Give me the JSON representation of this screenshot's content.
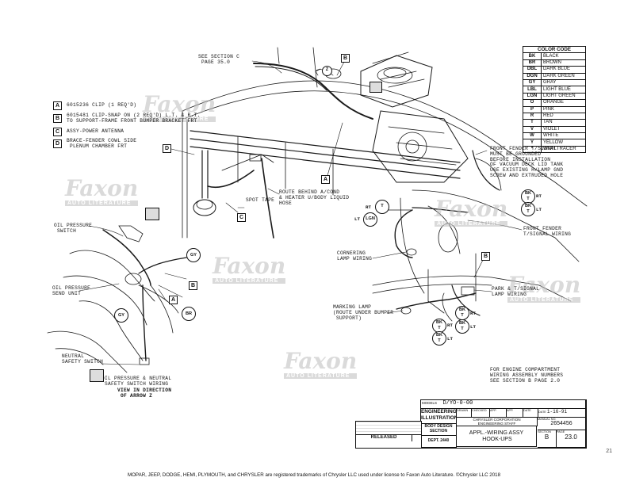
{
  "legend": [
    {
      "key": "A",
      "text": "6015236 CLIP (1 REQ'D)"
    },
    {
      "key": "B",
      "text": "6015481 CLIP-SNAP ON (2 REQ'D) L.T. & R.T.\nTO SUPPORT-FRAME FRONT BUMPER BRACKET FRT"
    },
    {
      "key": "C",
      "text": "ASSY-POWER ANTENNA"
    },
    {
      "key": "D",
      "text": "BRACE-FENDER COWL SIDE\n PLENUM CHAMBER FRT"
    }
  ],
  "color_code": {
    "title": "COLOR CODE",
    "rows": [
      {
        "code": "BK",
        "name": "BLACK"
      },
      {
        "code": "BR",
        "name": "BROWN"
      },
      {
        "code": "DBL",
        "name": "DARK BLUE"
      },
      {
        "code": "DGN",
        "name": "DARK GREEN"
      },
      {
        "code": "GY",
        "name": "GRAY"
      },
      {
        "code": "LBL",
        "name": "LIGHT BLUE"
      },
      {
        "code": "LGN",
        "name": "LIGHT GREEN"
      },
      {
        "code": "O",
        "name": "ORANGE"
      },
      {
        "code": "P",
        "name": "PINK"
      },
      {
        "code": "R",
        "name": "RED"
      },
      {
        "code": "T",
        "name": "TAN"
      },
      {
        "code": "V",
        "name": "VIOLET"
      },
      {
        "code": "W",
        "name": "WHITE"
      },
      {
        "code": "Y",
        "name": "YELLOW"
      },
      {
        "code": "*",
        "name": "WITH TRACER"
      }
    ]
  },
  "callouts": {
    "see_section_c": "SEE SECTION C\n PAGE 35.0",
    "spot_tape": "SPOT TAPE",
    "route_behind": "ROUTE BEHIND A/COND\n& HEATER U/BODY LIQUID\nHOSE",
    "oil_pressure_switch": "OIL PRESSURE\n SWITCH",
    "oil_pressure_send": "OIL PRESSURE\nSEND UNIT",
    "neutral_safety": "NEUTRAL\nSAFETY SWITCH",
    "oil_neutral_wiring": "OIL PRESSURE & NEUTRAL\n SAFETY SWITCH WIRING",
    "view_arrow": "VIEW IN DIRECTION\n OF ARROW Z",
    "front_fender_ground": "FRONT FENDER T/SIGNAL\nMUST BE GROUNDED\nBEFORE INSTALLATION\nOF VACUUM DECK LID TANK\nUSE EXISTING H/LAMP GND\nSCREW AND EXTRUDED HOLE",
    "front_fender_wiring": "FRONT FENDER\nT/SIGNAL WIRING",
    "cornering_lamp": "CORNERING\nLAMP WIRING",
    "park_signal": "PARK & T/SIGNAL\nLAMP WIRING",
    "marking_lamp": "MARKING LAMP\n(ROUTE UNDER BUMPER\n SUPPORT)",
    "engine_compartment": "FOR ENGINE COMPARTMENT\nWIRING ASSEMBLY NUMBERS\nSEE SECTION B PAGE 2.0"
  },
  "side_labels": {
    "rt": "RT",
    "lt": "LT",
    "arrow_z": "Z"
  },
  "wire_tags": {
    "gy_top": "GY",
    "gy_left": "GY",
    "br": "BR",
    "bk_t_rt": [
      "BK",
      "T"
    ],
    "bk_t_lt": [
      "BK",
      "T"
    ],
    "t_rt": [
      "T"
    ],
    "lgn_lt": [
      "LGN"
    ],
    "bk_t_rt2": [
      "BK",
      "T"
    ],
    "bk_t_lt2": [
      "BK",
      "T"
    ],
    "bk_t_rt3": [
      "BK",
      "T"
    ],
    "bk_t_lt3": [
      "BK",
      "T"
    ]
  },
  "title_block": {
    "models_label": "MODELS",
    "models_value": "D/YO-0-00",
    "engineering": "ENGINEERING\nILLUSTRATION",
    "drawn": "DRAWN",
    "checked": "CHECKED",
    "app": "APP.",
    "date": "DATE",
    "date_value": "1-16-91",
    "corp": "CHRYSLER CORPORATION\nENGINEERING STAFF",
    "manual_no_label": "MANUAL NO.",
    "manual_no": "2654456",
    "body_design": "BODY DESIGN\nSECTION",
    "dept": "DEPT. 2440",
    "title": "APPL.-WIRING ASSY\n HOOK-UPS",
    "section_label": "SECTION",
    "section": "B",
    "page_label": "PAGE",
    "page": "23.0",
    "released": "RELEASED"
  },
  "watermarks": [
    {
      "brand": "Faxon",
      "sub": "AUTO LITERATURE"
    },
    {
      "brand": "Faxon",
      "sub": "AUTO LITERATURE"
    },
    {
      "brand": "Faxon",
      "sub": "AUTO LITERATURE"
    },
    {
      "brand": "Faxon",
      "sub": "AUTO LITERATURE"
    },
    {
      "brand": "Faxon",
      "sub": "AUTO LITERATURE"
    },
    {
      "brand": "Faxon",
      "sub": "AUTO LITERATURE"
    }
  ],
  "page_number": "21",
  "footer": "MOPAR, JEEP, DODGE, HEMI, PLYMOUTH, and CHRYSLER are registered trademarks of Chrysler LLC used under license to Faxon Auto Literature. ©Chrysler LLC 2018"
}
